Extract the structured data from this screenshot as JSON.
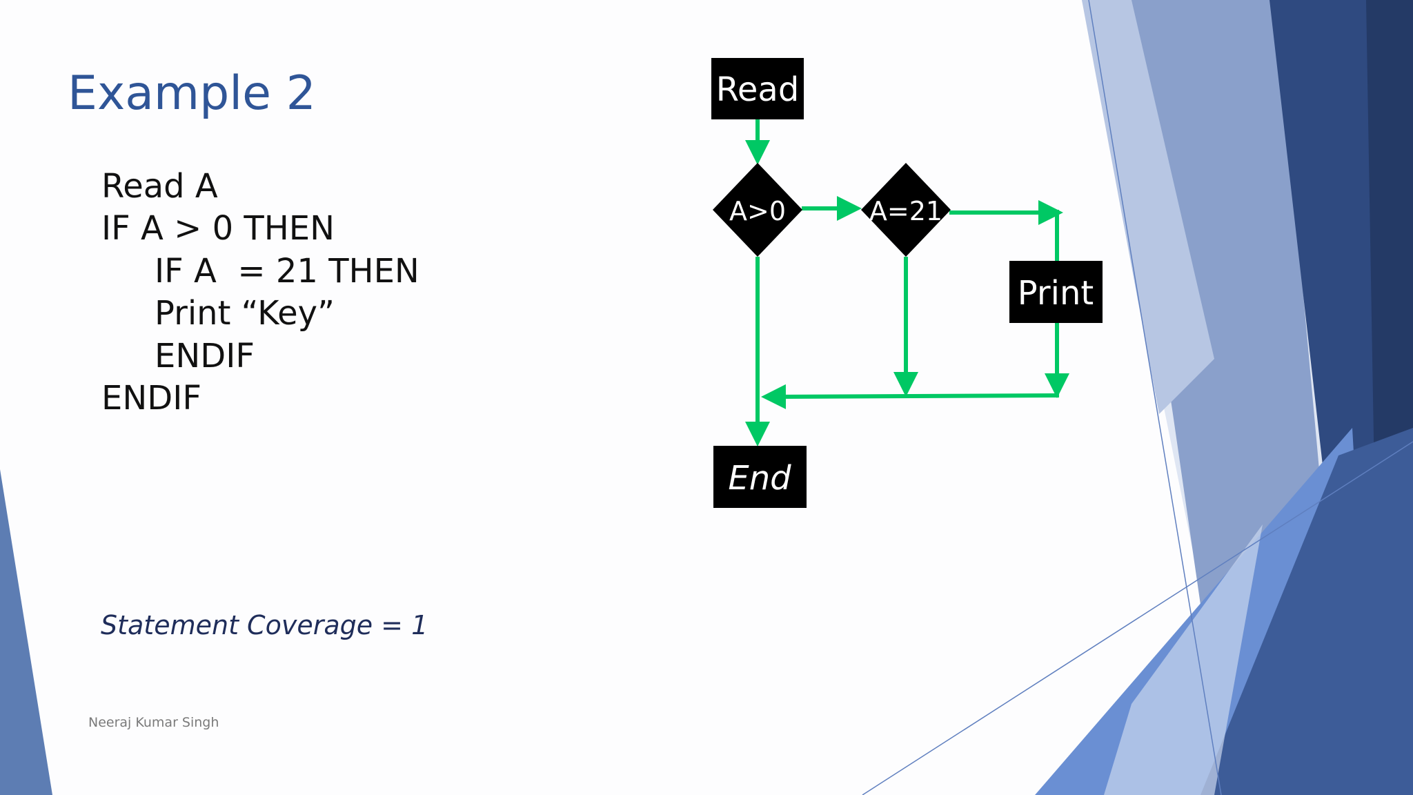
{
  "slide": {
    "title": "Example 2",
    "code_lines": [
      "Read A",
      "IF A > 0 THEN",
      "IF A  = 21 THEN",
      "Print “Key”",
      "ENDIF",
      "ENDIF"
    ],
    "coverage_text": "Statement Coverage = 1",
    "footer": "Neeraj Kumar Singh"
  },
  "flowchart": {
    "read_label": "Read",
    "decision1_label": "A>0",
    "decision2_label": "A=21",
    "print_label": "Print",
    "end_label": "End"
  },
  "colors": {
    "title": "#2f5597",
    "arrow": "#00c864",
    "node_fill": "#000000",
    "node_text": "#ffffff",
    "accent_dark": "#2a3f6e",
    "accent_mid": "#4a72c4",
    "accent_light": "#9fb3d9"
  }
}
